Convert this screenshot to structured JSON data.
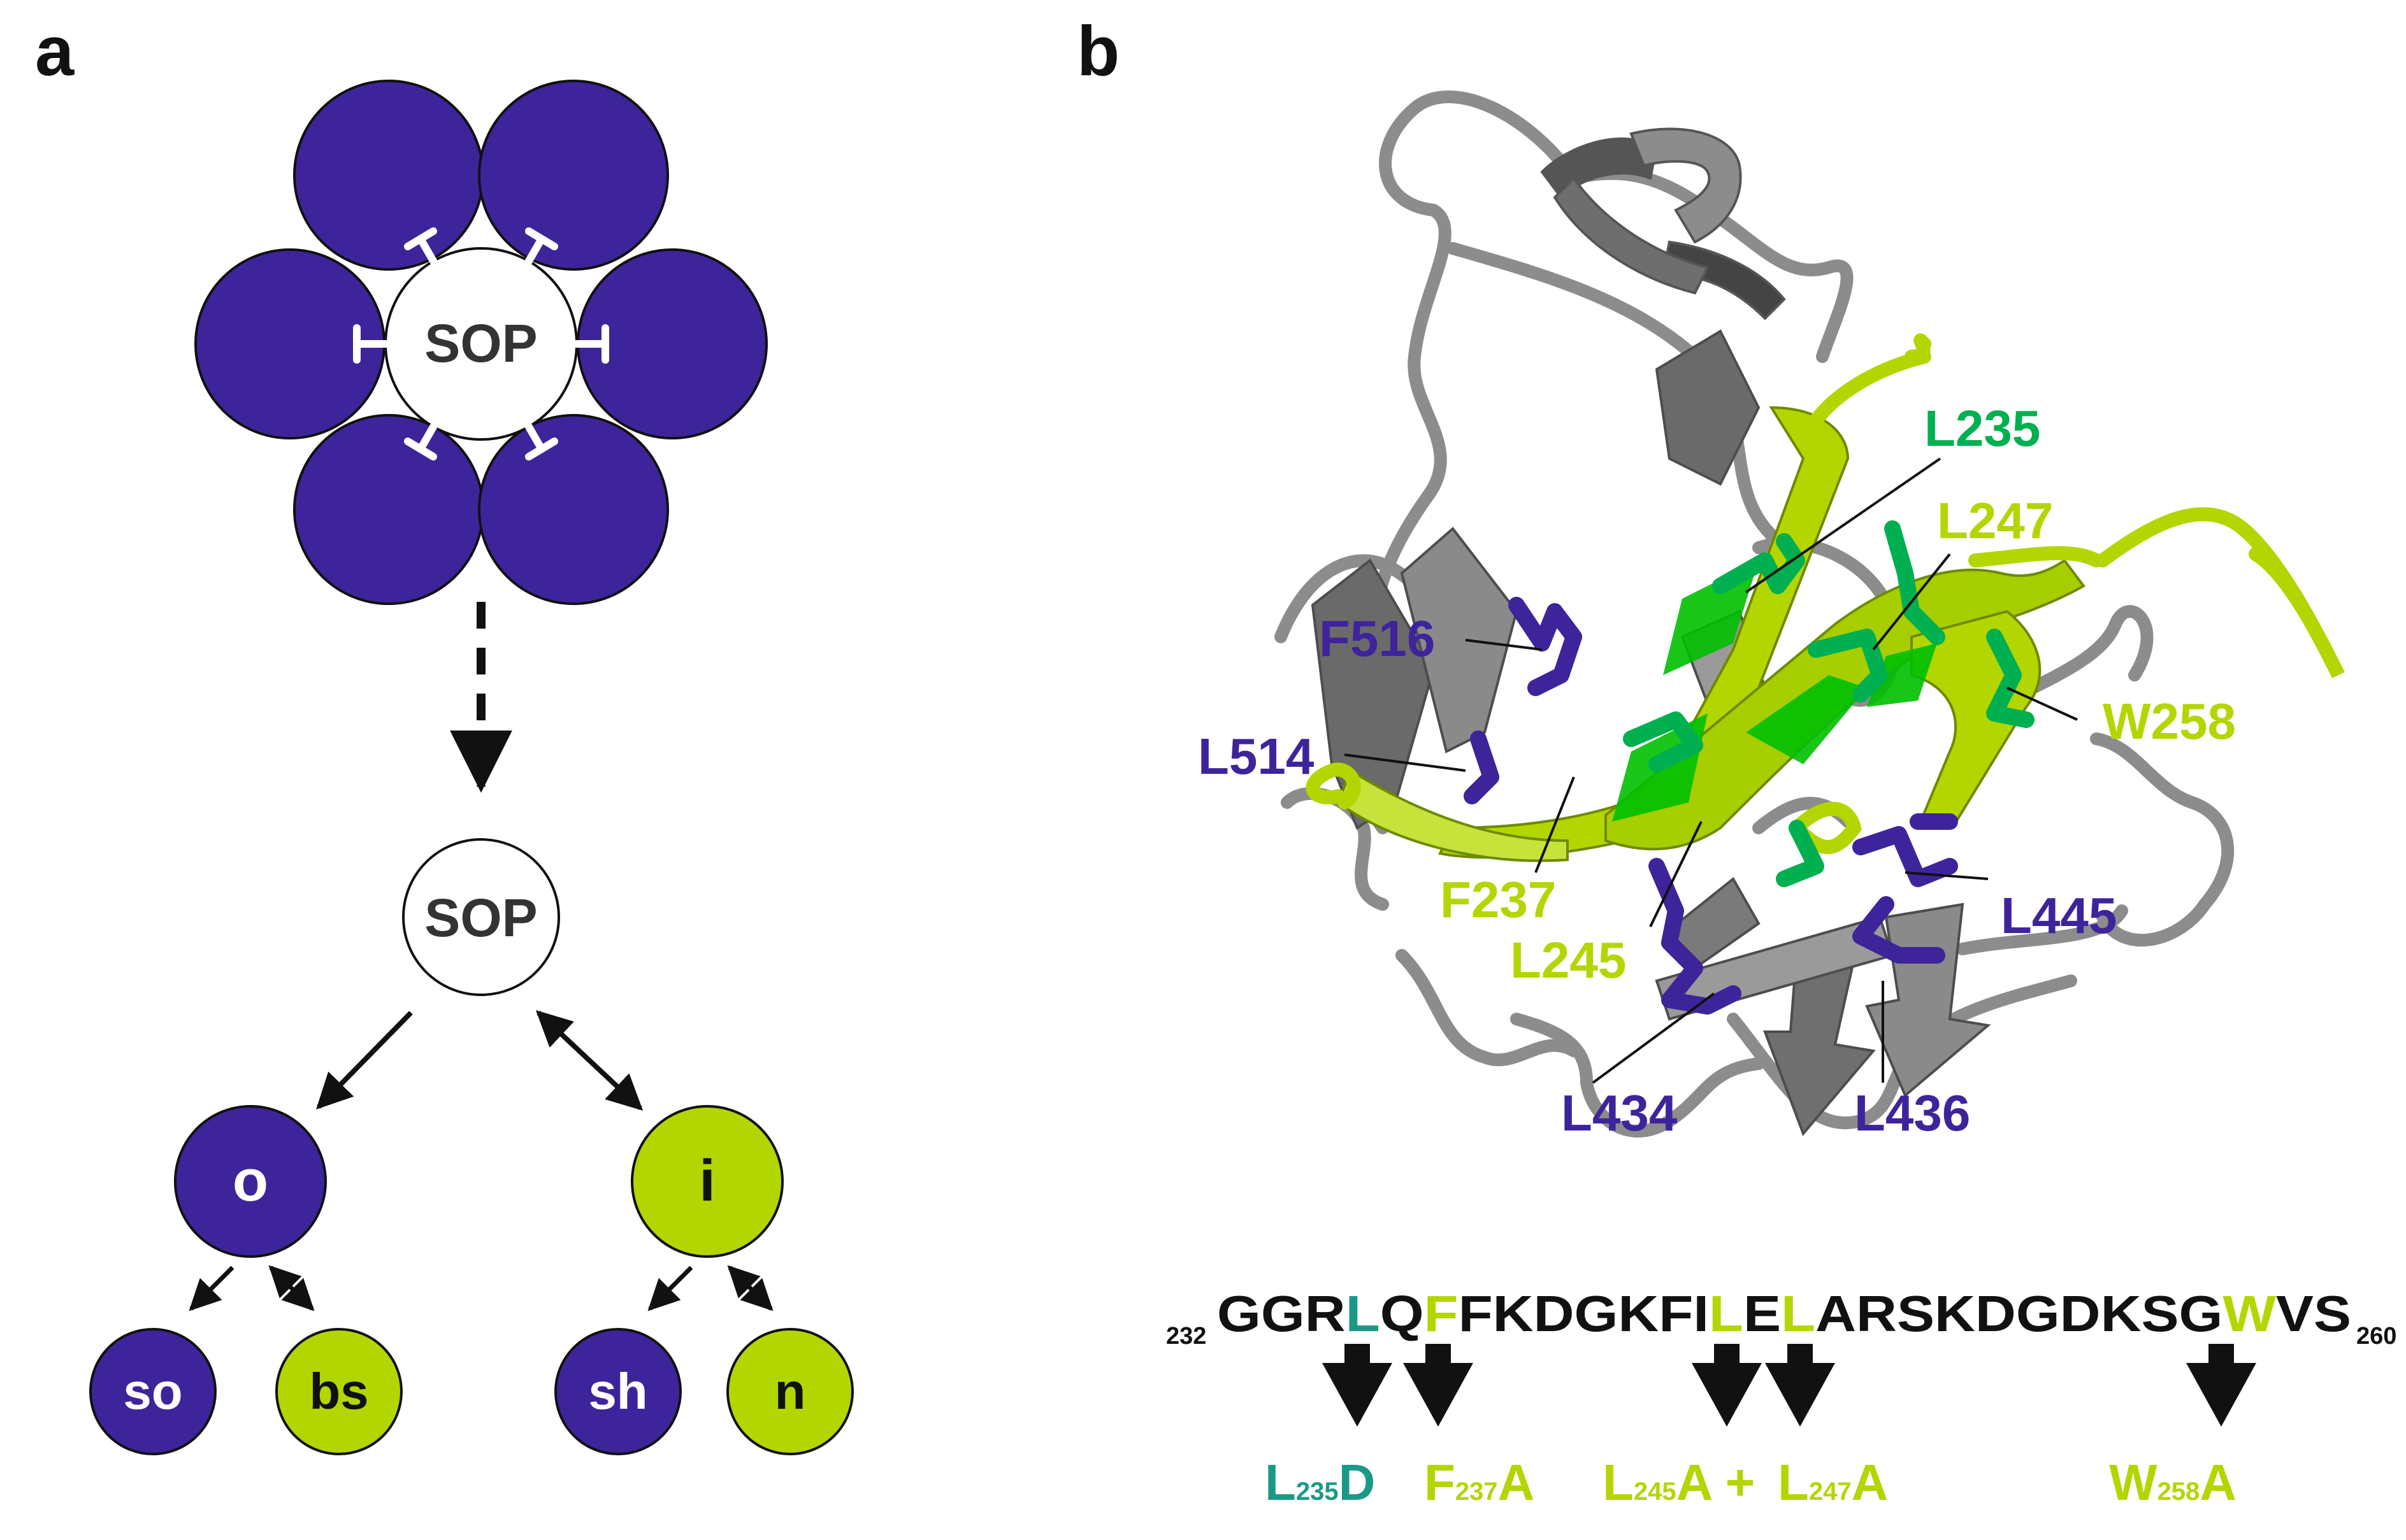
{
  "panel_a": {
    "label": "a",
    "cluster_center": "SOP",
    "sop_node": "SOP",
    "outer_node": "o",
    "inner_node": "i",
    "leaves": [
      "so",
      "bs",
      "sh",
      "n"
    ]
  },
  "panel_b": {
    "label": "b",
    "residue_labels": [
      "L235",
      "L247",
      "F516",
      "W258",
      "L514",
      "F237",
      "L245",
      "L445",
      "L434",
      "L436"
    ],
    "sequence": {
      "start": "232",
      "end": "260",
      "segments": [
        "GGR",
        "L",
        "Q",
        "F",
        "FKDGKFI",
        "L",
        "E",
        "L",
        "ARSKDGDKSG",
        "W",
        "VS"
      ]
    },
    "mutations": [
      {
        "res": "L",
        "pos": "235",
        "sub": "D"
      },
      {
        "res": "F",
        "pos": "237",
        "sub": "A"
      },
      {
        "res": "L",
        "pos": "245",
        "sub": "A +"
      },
      {
        "res": "L",
        "pos": "247",
        "sub": "A"
      },
      {
        "res": "W",
        "pos": "258",
        "sub": "A"
      }
    ]
  },
  "colors": {
    "purple": "#3e249b",
    "lime": "#b3d600",
    "green": "#00b050",
    "teal": "#1a9a86",
    "gray": "#8c8c8c",
    "black": "#111111"
  }
}
